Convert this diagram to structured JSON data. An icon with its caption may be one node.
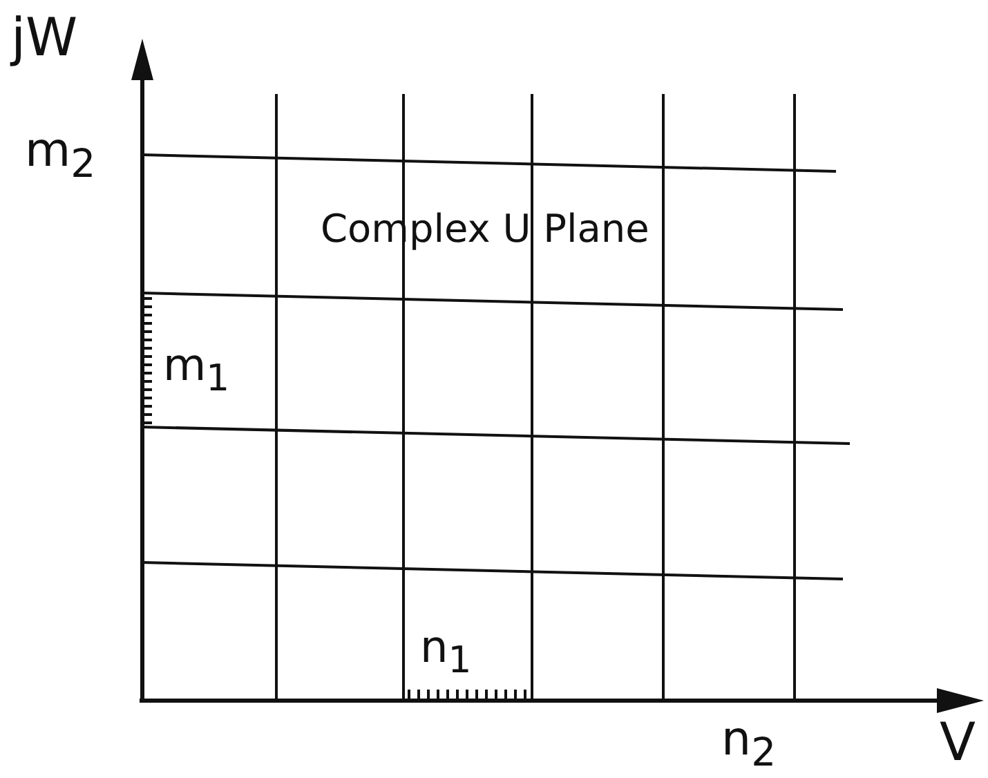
{
  "diagram": {
    "labels": [
      "jW",
      "m$_{2}$",
      "Complex U Plane",
      "m$_{1}$",
      "n$_{1}$",
      "n$_{2}$",
      "V"
    ]
  }
}
